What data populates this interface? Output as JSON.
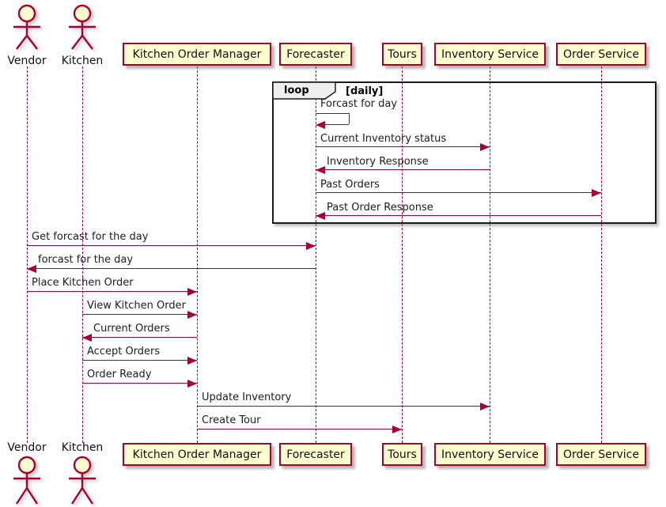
{
  "diagram_type": "uml-sequence-diagram",
  "colors": {
    "accent": "#A80036",
    "participant_fill": "#FEFECE",
    "frame_border": "#1B1B1B",
    "frame_label_fill": "#EEEEEE",
    "text": "#111111"
  },
  "actors": [
    {
      "name": "Vendor"
    },
    {
      "name": "Kitchen"
    }
  ],
  "participants": [
    {
      "name": "Kitchen Order Manager"
    },
    {
      "name": "Forecaster"
    },
    {
      "name": "Tours"
    },
    {
      "name": "Inventory Service"
    },
    {
      "name": "Order Service"
    }
  ],
  "fragment": {
    "operator": "loop",
    "condition": "[daily]"
  },
  "messages": [
    {
      "label": "Forcast for day",
      "from": "Forecaster",
      "to": "Forecaster",
      "kind": "self"
    },
    {
      "label": "Current Inventory status",
      "from": "Forecaster",
      "to": "Inventory Service",
      "kind": "forward"
    },
    {
      "label": "Inventory Response",
      "from": "Inventory Service",
      "to": "Forecaster",
      "kind": "return"
    },
    {
      "label": "Past Orders",
      "from": "Forecaster",
      "to": "Order Service",
      "kind": "forward"
    },
    {
      "label": "Past Order Response",
      "from": "Order Service",
      "to": "Forecaster",
      "kind": "return"
    },
    {
      "label": "Get forcast for the day",
      "from": "Vendor",
      "to": "Forecaster",
      "kind": "forward"
    },
    {
      "label": "forcast for the day",
      "from": "Forecaster",
      "to": "Vendor",
      "kind": "return"
    },
    {
      "label": "Place Kitchen Order",
      "from": "Vendor",
      "to": "Kitchen Order Manager",
      "kind": "forward"
    },
    {
      "label": "View Kitchen Order",
      "from": "Kitchen",
      "to": "Kitchen Order Manager",
      "kind": "forward"
    },
    {
      "label": "Current Orders",
      "from": "Kitchen Order Manager",
      "to": "Kitchen",
      "kind": "return"
    },
    {
      "label": "Accept Orders",
      "from": "Kitchen",
      "to": "Kitchen Order Manager",
      "kind": "forward"
    },
    {
      "label": "Order Ready",
      "from": "Kitchen",
      "to": "Kitchen Order Manager",
      "kind": "forward"
    },
    {
      "label": "Update Inventory",
      "from": "Kitchen Order Manager",
      "to": "Inventory Service",
      "kind": "forward"
    },
    {
      "label": "Create Tour",
      "from": "Kitchen Order Manager",
      "to": "Tours",
      "kind": "forward"
    }
  ]
}
